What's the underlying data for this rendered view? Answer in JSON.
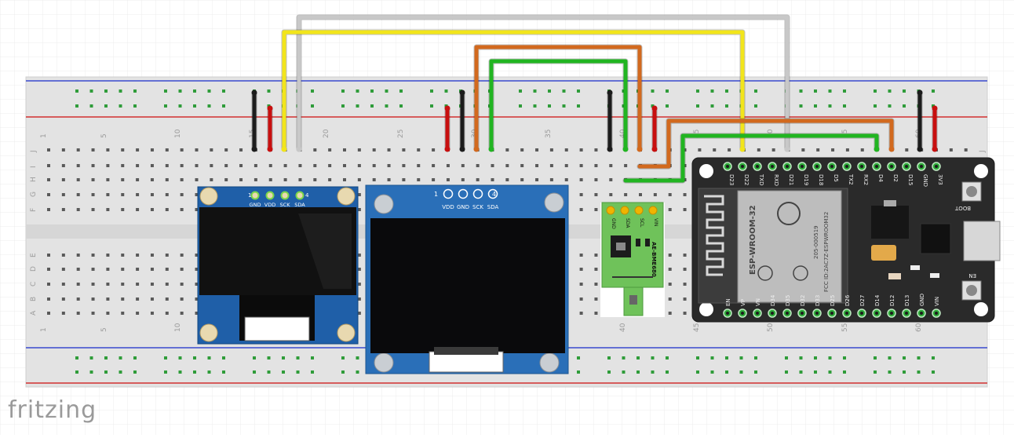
{
  "app": {
    "brand": "fritzing"
  },
  "breadboard": {
    "column_numbers": [
      "1",
      "5",
      "10",
      "15",
      "20",
      "25",
      "30",
      "35",
      "40",
      "45",
      "50",
      "55",
      "60"
    ],
    "row_letters_top": [
      "J",
      "I",
      "H",
      "G",
      "F"
    ],
    "row_letters_bottom": [
      "E",
      "D",
      "C",
      "B",
      "A"
    ]
  },
  "oled_small": {
    "pin_index_left": "1",
    "pin_index_right": "4",
    "pins": [
      "GND",
      "VDD",
      "SCK",
      "SDA"
    ]
  },
  "oled_large": {
    "pin_index_left": "1",
    "pin_index_right": "4",
    "pins": [
      "VDD",
      "GND",
      "SCK",
      "SDA"
    ]
  },
  "sensor": {
    "pins": [
      "GND",
      "SDA",
      "SCL",
      "VIN"
    ],
    "label": "AE-BME680"
  },
  "esp32": {
    "top_pins": [
      "D23",
      "D22",
      "TXD",
      "RXD",
      "D21",
      "D19",
      "D18",
      "D5",
      "TX2",
      "RX2",
      "D4",
      "D2",
      "D15",
      "GND",
      "3V3"
    ],
    "bottom_pins": [
      "EN",
      "VP",
      "VN",
      "D34",
      "D35",
      "D32",
      "D33",
      "D25",
      "D26",
      "D27",
      "D14",
      "D12",
      "D13",
      "GND",
      "VIN"
    ],
    "module_label": "ESP-WROOM-32",
    "module_sub": "FCC ID:2AC7Z-ESPWROOM32",
    "module_code": "205-000519",
    "boot_label": "BOOT",
    "en_label": "EN"
  },
  "colors": {
    "wire_yellow": "#f2e51b",
    "wire_white": "#c8c8c8",
    "wire_orange": "#d2691e",
    "wire_green": "#21b521",
    "wire_black": "#1c1c1c",
    "wire_red": "#c80f0f",
    "rail_blue": "#3b4bd0",
    "rail_red": "#d13030",
    "hole_green": "#2f9c3a",
    "board_gray": "#e4e4e4"
  }
}
